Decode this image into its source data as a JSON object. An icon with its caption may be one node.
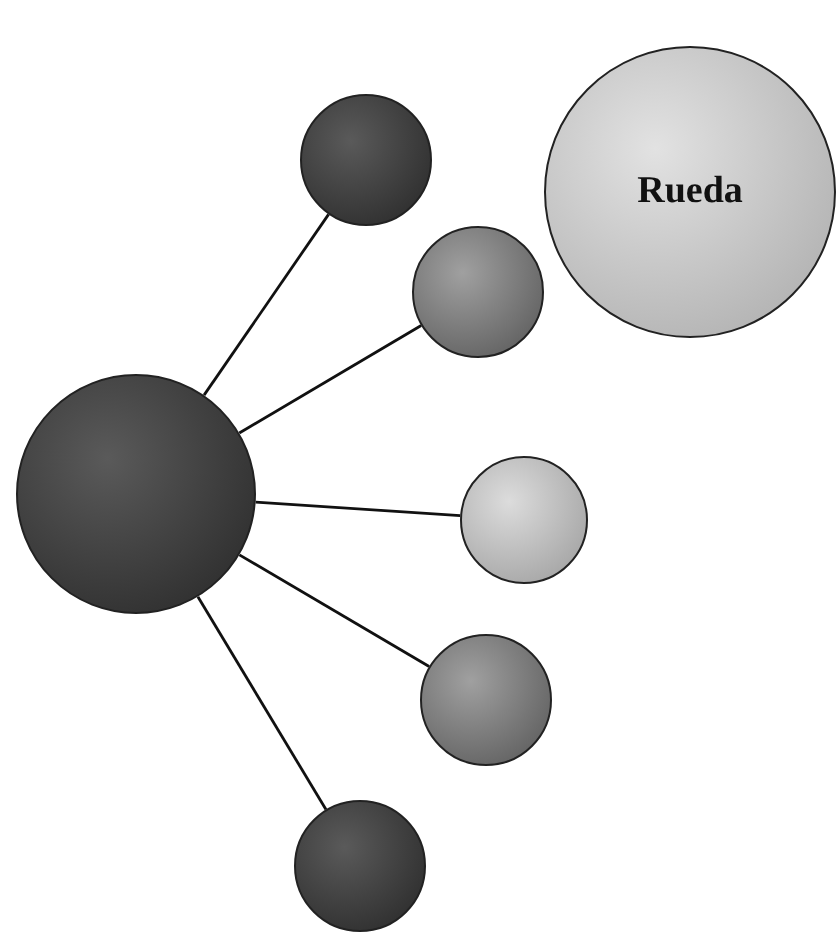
{
  "diagram": {
    "nodes": [
      {
        "text": [
          "Rueda"
        ]
      },
      {
        "text": [],
        "shape": "circle"
      },
      {
        "text": [],
        "shape": "circle"
      },
      {
        "text": [],
        "shape": "circle"
      },
      {
        "text": [],
        "shape": "circle"
      },
      {
        "text": [],
        "shape": "circle"
      },
      {
        "text": [],
        "shape": "circle"
      }
    ],
    "edges": [
      {
        "from": 1,
        "to": 2,
        "arrow": "none"
      },
      {
        "from": 1,
        "to": 3,
        "arrow": "none"
      },
      {
        "from": 1,
        "to": 4,
        "arrow": "none"
      },
      {
        "from": 1,
        "to": 5,
        "arrow": "none"
      },
      {
        "from": 1,
        "to": 6,
        "arrow": "none"
      }
    ]
  }
}
